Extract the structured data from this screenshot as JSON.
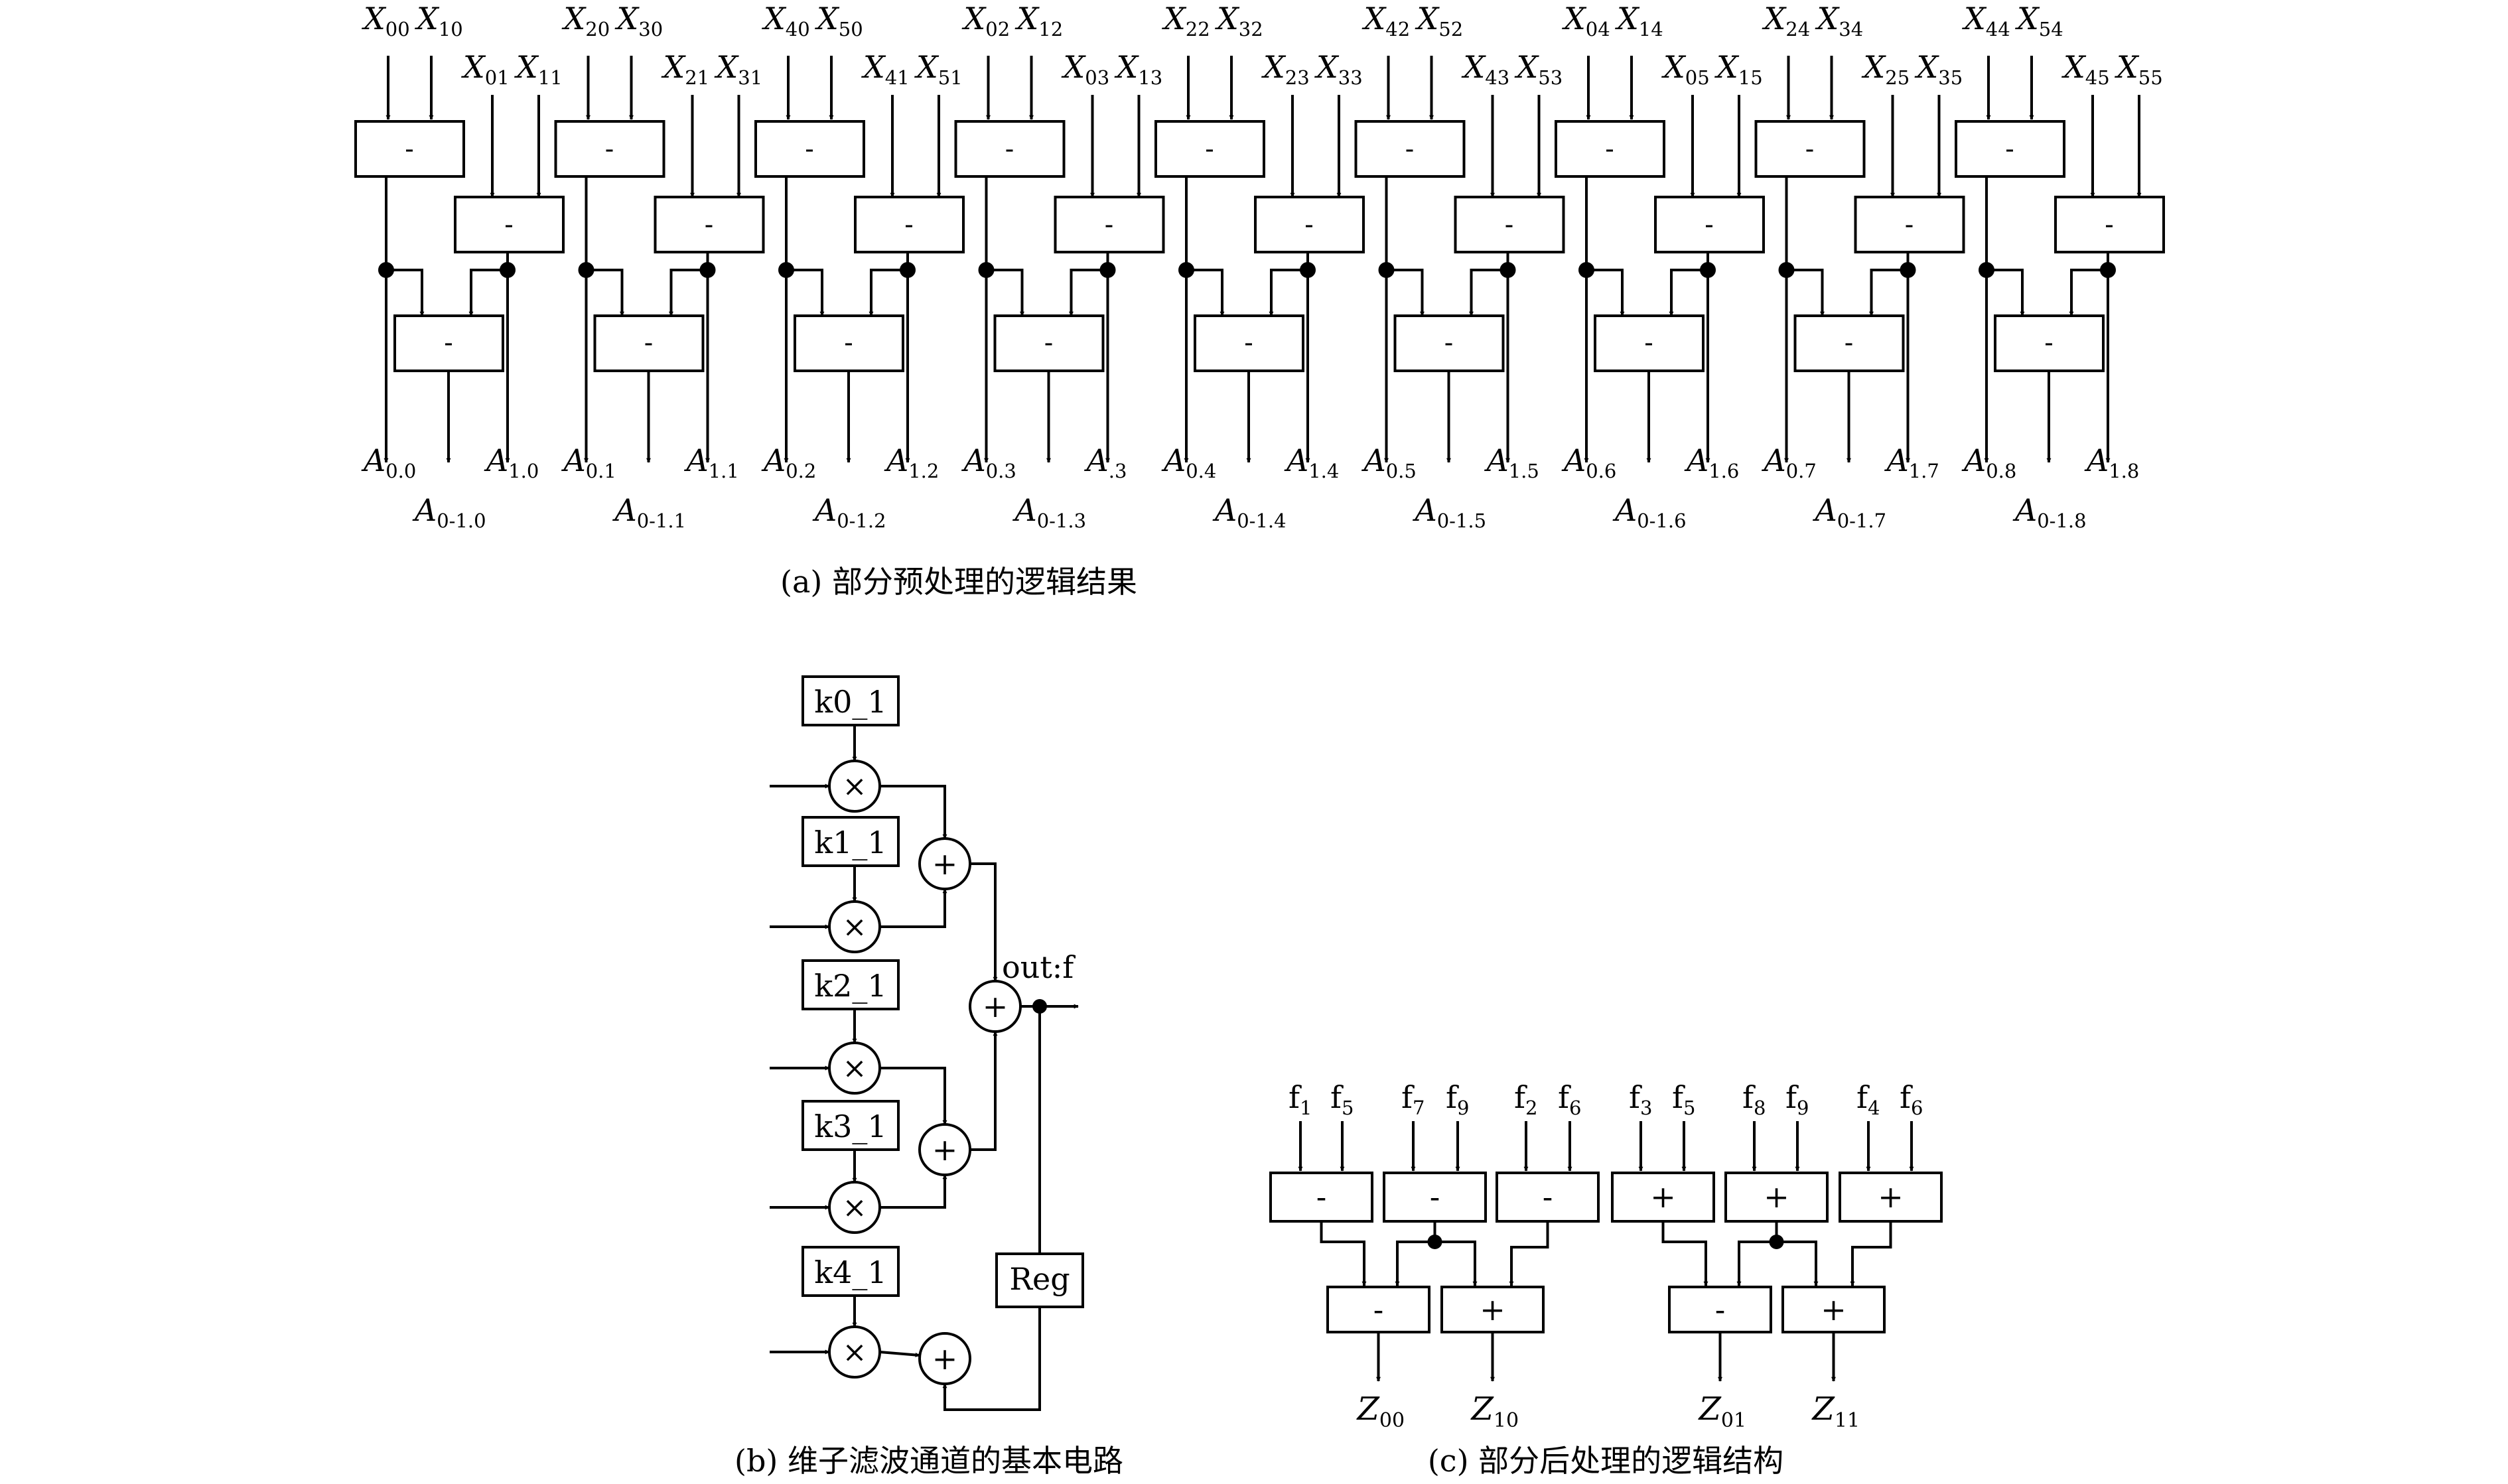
{
  "panel_a": {
    "caption": "(a) 部分预处理的逻辑结果",
    "op": "-",
    "units": [
      {
        "in_top": [
          [
            "X",
            "00"
          ],
          [
            "X",
            "10"
          ]
        ],
        "in_side": [
          [
            "X",
            "01"
          ],
          [
            "X",
            "11"
          ]
        ],
        "out_left": [
          "A",
          "0.0"
        ],
        "out_right": [
          "A",
          "1.0"
        ],
        "out_mid": [
          "A",
          "0-1.0"
        ]
      },
      {
        "in_top": [
          [
            "X",
            "20"
          ],
          [
            "X",
            "30"
          ]
        ],
        "in_side": [
          [
            "X",
            "21"
          ],
          [
            "X",
            "31"
          ]
        ],
        "out_left": [
          "A",
          "0.1"
        ],
        "out_right": [
          "A",
          "1.1"
        ],
        "out_mid": [
          "A",
          "0-1.1"
        ]
      },
      {
        "in_top": [
          [
            "X",
            "40"
          ],
          [
            "X",
            "50"
          ]
        ],
        "in_side": [
          [
            "X",
            "41"
          ],
          [
            "X",
            "51"
          ]
        ],
        "out_left": [
          "A",
          "0.2"
        ],
        "out_right": [
          "A",
          "1.2"
        ],
        "out_mid": [
          "A",
          "0-1.2"
        ]
      },
      {
        "in_top": [
          [
            "X",
            "02"
          ],
          [
            "X",
            "12"
          ]
        ],
        "in_side": [
          [
            "X",
            "03"
          ],
          [
            "X",
            "13"
          ]
        ],
        "out_left": [
          "A",
          "0.3"
        ],
        "out_right": [
          "A",
          ".3"
        ],
        "out_mid": [
          "A",
          "0-1.3"
        ]
      },
      {
        "in_top": [
          [
            "X",
            "22"
          ],
          [
            "X",
            "32"
          ]
        ],
        "in_side": [
          [
            "X",
            "23"
          ],
          [
            "X",
            "33"
          ]
        ],
        "out_left": [
          "A",
          "0.4"
        ],
        "out_right": [
          "A",
          "1.4"
        ],
        "out_mid": [
          "A",
          "0-1.4"
        ]
      },
      {
        "in_top": [
          [
            "X",
            "42"
          ],
          [
            "X",
            "52"
          ]
        ],
        "in_side": [
          [
            "X",
            "43"
          ],
          [
            "X",
            "53"
          ]
        ],
        "out_left": [
          "A",
          "0.5"
        ],
        "out_right": [
          "A",
          "1.5"
        ],
        "out_mid": [
          "A",
          "0-1.5"
        ]
      },
      {
        "in_top": [
          [
            "X",
            "04"
          ],
          [
            "X",
            "14"
          ]
        ],
        "in_side": [
          [
            "X",
            "05"
          ],
          [
            "X",
            "15"
          ]
        ],
        "out_left": [
          "A",
          "0.6"
        ],
        "out_right": [
          "A",
          "1.6"
        ],
        "out_mid": [
          "A",
          "0-1.6"
        ]
      },
      {
        "in_top": [
          [
            "X",
            "24"
          ],
          [
            "X",
            "34"
          ]
        ],
        "in_side": [
          [
            "X",
            "25"
          ],
          [
            "X",
            "35"
          ]
        ],
        "out_left": [
          "A",
          "0.7"
        ],
        "out_right": [
          "A",
          "1.7"
        ],
        "out_mid": [
          "A",
          "0-1.7"
        ]
      },
      {
        "in_top": [
          [
            "X",
            "44"
          ],
          [
            "X",
            "54"
          ]
        ],
        "in_side": [
          [
            "X",
            "45"
          ],
          [
            "X",
            "55"
          ]
        ],
        "out_left": [
          "A",
          "0.8"
        ],
        "out_right": [
          "A",
          "1.8"
        ],
        "out_mid": [
          "A",
          "0-1.8"
        ]
      }
    ]
  },
  "panel_b": {
    "caption": "(b) 维子滤波通道的基本电路",
    "coeffs": [
      "k0_1",
      "k1_1",
      "k2_1",
      "k3_1",
      "k4_1"
    ],
    "mult_symbol": "×",
    "add_symbol": "+",
    "output_label": "out:f",
    "register_label": "Reg"
  },
  "panel_c": {
    "caption": "(c) 部分后处理的逻辑结构",
    "groups": [
      {
        "inputs": [
          [
            "f",
            "1"
          ],
          [
            "f",
            "5"
          ],
          [
            "f",
            "7"
          ],
          [
            "f",
            "9"
          ],
          [
            "f",
            "2"
          ],
          [
            "f",
            "6"
          ]
        ],
        "stage1_ops": [
          "-",
          "-",
          "-"
        ],
        "stage2_ops": [
          "-",
          "+"
        ],
        "outputs": [
          [
            "Z",
            "00"
          ],
          [
            "Z",
            "10"
          ]
        ]
      },
      {
        "inputs": [
          [
            "f",
            "3"
          ],
          [
            "f",
            "5"
          ],
          [
            "f",
            "8"
          ],
          [
            "f",
            "9"
          ],
          [
            "f",
            "4"
          ],
          [
            "f",
            "6"
          ]
        ],
        "stage1_ops": [
          "+",
          "+",
          "+"
        ],
        "stage2_ops": [
          "-",
          "+"
        ],
        "outputs": [
          [
            "Z",
            "01"
          ],
          [
            "Z",
            "11"
          ]
        ]
      }
    ]
  }
}
